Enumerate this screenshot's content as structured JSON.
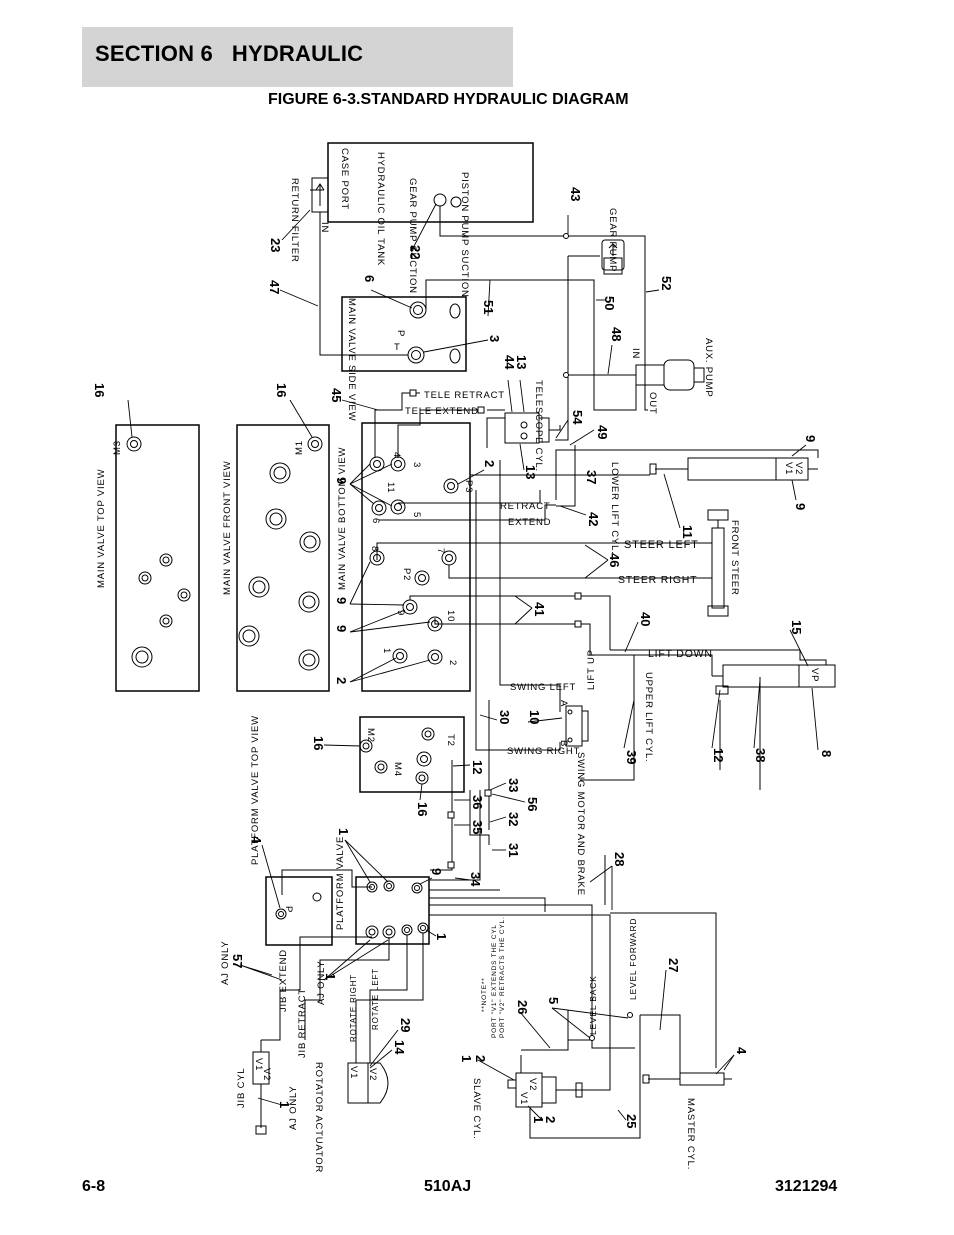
{
  "header": {
    "section": "SECTION 6   HYDRAULIC"
  },
  "figure": {
    "title": "FIGURE 6-3.STANDARD HYDRAULIC DIAGRAM"
  },
  "footer": {
    "page": "6-8",
    "model": "510AJ",
    "doc": "3121294"
  },
  "labels": {
    "tank_case_port": "CASE PORT",
    "tank_name": "HYDRAULIC OIL TANK",
    "tank_gear_suction": "GEAR PUMP SUCTION",
    "tank_piston_suction": "PISTON PUMP SUCTION",
    "return_filter": "RETURN FILTER",
    "filter_in": "IN",
    "gear_pump": "GEAR PUMP",
    "main_valve_side": "MAIN VALVE SIDE VIEW",
    "port_p": "P",
    "port_t": "T",
    "tele_retract": "TELE RETRACT",
    "tele_extend": "TELE EXTEND",
    "telescope_cyl": "TELESCOPE CYL.",
    "aux_pump": "AUX. PUMP",
    "aux_in": "IN",
    "aux_out": "OUT",
    "main_valve_top": "MAIN VALVE TOP VIEW",
    "main_valve_front": "MAIN VALVE FRONT VIEW",
    "main_valve_bottom": "MAIN VALVE BOTTOM VIEW",
    "port_m3": "M3",
    "port_m1": "M1",
    "port_p3": "P3",
    "port_p2": "P2",
    "port_3": "3",
    "port_4": "4",
    "port_5": "5",
    "port_6": "6",
    "port_7": "7",
    "port_8": "8",
    "port_9": "9",
    "port_10": "10",
    "port_1": "1",
    "port_2": "2",
    "port_11": "11",
    "retract": "RETRACT",
    "extend": "EXTEND",
    "lower_lift_cyl": "LOWER LIFT CYL.",
    "v1": "V1",
    "v2": "V2",
    "steer_left": "STEER LEFT",
    "steer_right": "STEER RIGHT",
    "front_steer": "FRONT STEER",
    "lift_down": "LIFT DOWN",
    "lift_up": "LIFT UP",
    "upper_lift_cyl": "UPPER LIFT CYL.",
    "vp": "VP",
    "swing_left": "SWING LEFT",
    "swing_right": "SWING RIGHT",
    "swing_motor": "SWING MOTOR AND BRAKE",
    "port_a": "A",
    "port_b": "B",
    "port_m2": "M2",
    "port_m4": "M4",
    "port_t2": "T2",
    "platform_valve_top": "PLATFORM VALVE TOP VIEW",
    "platform_valve": "PLATFORM VALVE",
    "aj_only_1": "AJ ONLY",
    "aj_only_2": "AJ ONLY",
    "aj_only_3": "AJ ONLY",
    "jib_extend": "JIB EXTEND",
    "jib_retract": "JIB RETRACT",
    "jib_cyl": "JIB CYL",
    "rotate_right": "ROTATE RIGHT",
    "rotate_left": "ROTATE LEFT",
    "rotator_actuator": "ROTATOR ACTUATOR",
    "level_back": "LEVEL BACK",
    "level_forward": "LEVEL FORWARD",
    "note_title": "**NOTE**",
    "note_v1": "PORT \"V1\" EXTENDS THE CYL",
    "note_v2": "PORT \"V2\" RETRACTS THE CYL.",
    "slave_cyl": "SLAVE CYL.",
    "master_cyl": "MASTER CYL."
  },
  "callouts": {
    "n1": "1",
    "n2": "2",
    "n3": "3",
    "n4": "4",
    "n5": "5",
    "n6": "6",
    "n8": "8",
    "n9": "9",
    "n10": "10",
    "n11": "11",
    "n12": "12",
    "n13": "13",
    "n14": "14",
    "n15": "15",
    "n16": "16",
    "n22": "22",
    "n23": "23",
    "n25": "25",
    "n26": "26",
    "n27": "27",
    "n28": "28",
    "n29": "29",
    "n30": "30",
    "n31": "31",
    "n32": "32",
    "n33": "33",
    "n34": "34",
    "n35": "35",
    "n36": "36",
    "n37": "37",
    "n38": "38",
    "n39": "39",
    "n40": "40",
    "n41": "41",
    "n42": "42",
    "n43": "43",
    "n44": "44",
    "n45": "45",
    "n46": "46",
    "n47": "47",
    "n48": "48",
    "n49": "49",
    "n50": "50",
    "n51": "51",
    "n52": "52",
    "n54": "54",
    "n56": "56",
    "n57": "57"
  }
}
